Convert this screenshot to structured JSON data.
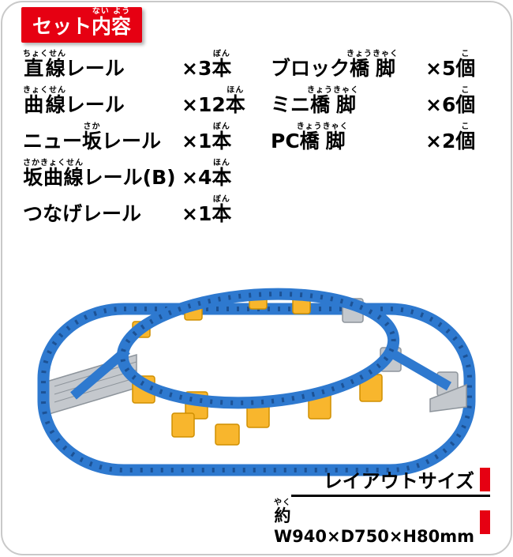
{
  "colors": {
    "accent_red": "#e60012",
    "track_blue": "#2e79cf",
    "track_blue_dark": "#1c5295",
    "pier_yellow": "#f8b62d",
    "pier_yellow_dark": "#cf8f00",
    "gray": "#c4c8cd",
    "gray_dark": "#8d949b"
  },
  "header": {
    "badge_pre": "セット",
    "badge_base": "内容",
    "badge_furigana": "ない よう"
  },
  "contents_list": {
    "left": [
      {
        "pre": "",
        "base": "直線",
        "furigana": "ちょくせん",
        "rest": "レール",
        "qty": "×3",
        "unit": "本",
        "unit_furigana": "ぼん"
      },
      {
        "pre": "",
        "base": "曲線",
        "furigana": "きょくせん",
        "rest": "レール",
        "qty": "×12",
        "unit": "本",
        "unit_furigana": "ほん"
      },
      {
        "pre": "ニュー",
        "base": "坂",
        "furigana": "さか",
        "rest": "レール",
        "qty": "×1",
        "unit": "本",
        "unit_furigana": "ぼん"
      },
      {
        "pre": "",
        "base": "坂曲線",
        "furigana": "さかきょくせん",
        "rest": "レール(B)",
        "qty": "×4",
        "unit": "本",
        "unit_furigana": "ほん"
      },
      {
        "pre": "つなげレール",
        "base": "",
        "furigana": "",
        "rest": "",
        "qty": "×1",
        "unit": "本",
        "unit_furigana": "ぼん"
      }
    ],
    "right": [
      {
        "pre": "ブロック",
        "base": "橋脚",
        "furigana": "きょうきゃく",
        "rest": "",
        "qty": "×5",
        "unit": "個",
        "unit_furigana": "こ"
      },
      {
        "pre": "ミニ",
        "base": "橋脚",
        "furigana": "きょうきゃく",
        "rest": "",
        "qty": "×6",
        "unit": "個",
        "unit_furigana": "こ"
      },
      {
        "pre": "PC",
        "base": "橋脚",
        "furigana": "きょうきゃく",
        "rest": "",
        "qty": "×2",
        "unit": "個",
        "unit_furigana": "こ"
      }
    ]
  },
  "photo": {
    "description": "toy train track layout with blue rails, yellow block piers, mini piers and gray slopes"
  },
  "footer": {
    "layout_size_label": "レイアウトサイズ",
    "size_pre_base": "約",
    "size_pre_furigana": "やく",
    "size_rest": "W940×D750×H80mm"
  }
}
